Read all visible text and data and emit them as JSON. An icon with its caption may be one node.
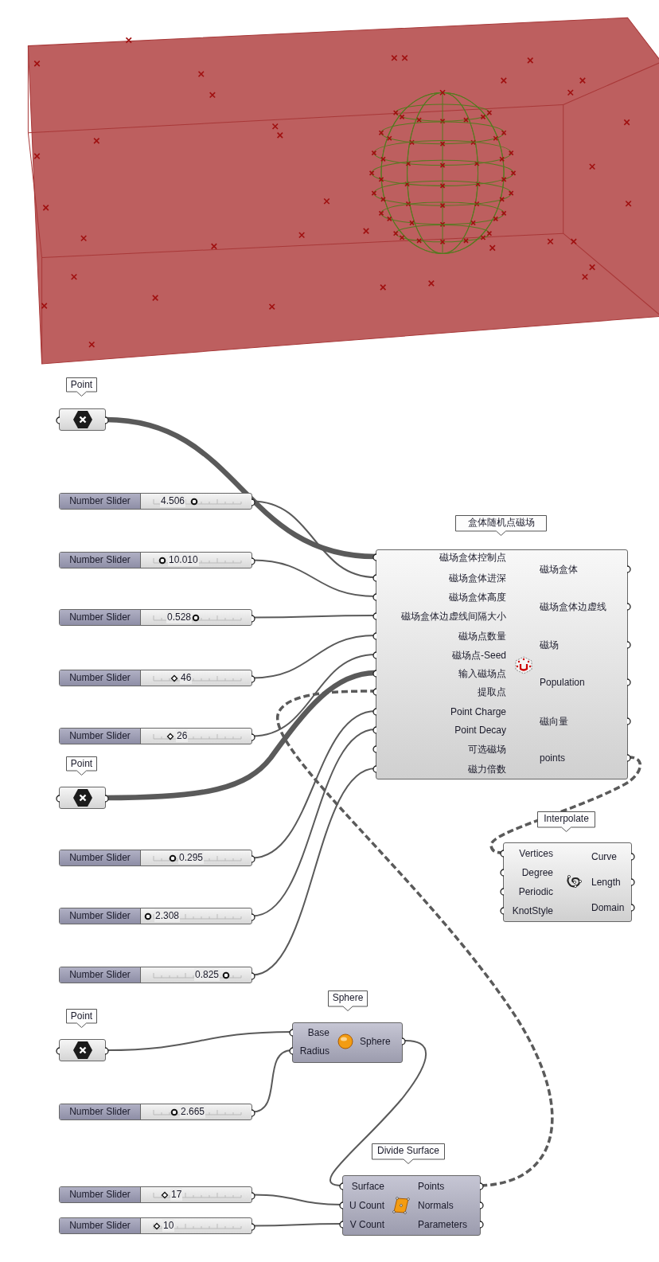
{
  "diagram": {
    "nodes": [
      {
        "text": [
          "Point"
        ]
      },
      {
        "text": [
          "Number Slider",
          "4.506"
        ]
      },
      {
        "text": [
          "Number Slider",
          "10.010"
        ]
      },
      {
        "text": [
          "盒体随机点磁场",
          "磁场盒体控制点",
          "磁场盒体进深",
          "磁场盒体高度",
          "磁场盒体边虚线间隔大小",
          "磁场点数量",
          "磁场点-Seed",
          "输入磁场点",
          "提取点",
          "Point Charge",
          "Point Decay",
          "可选磁场",
          "磁力倍数",
          "磁场盒体",
          "磁场盒体边虚线",
          "磁场",
          "Population",
          "磁向量",
          "points"
        ]
      },
      {
        "text": [
          "Number Slider",
          "0.528"
        ]
      },
      {
        "text": [
          "Number Slider",
          "46"
        ]
      },
      {
        "text": [
          "Number Slider",
          "26"
        ]
      },
      {
        "text": [
          "Point"
        ]
      },
      {
        "text": [
          "Interpolate",
          "Vertices",
          "Degree",
          "Periodic",
          "KnotStyle",
          "Curve",
          "Length",
          "Domain"
        ]
      },
      {
        "text": [
          "Number Slider",
          "0.295"
        ]
      },
      {
        "text": [
          "Number Slider",
          "2.308"
        ]
      },
      {
        "text": [
          "Number Slider",
          "0.825"
        ]
      },
      {
        "text": [
          "Sphere",
          "Base",
          "Radius",
          "Sphere"
        ]
      },
      {
        "text": [
          "Point"
        ]
      },
      {
        "text": [
          "Number Slider",
          "2.665"
        ]
      },
      {
        "text": [
          "Divide Surface",
          "Surface",
          "U Count",
          "V Count",
          "Points",
          "Normals",
          "Parameters"
        ]
      },
      {
        "text": [
          "Number Slider",
          "17"
        ]
      },
      {
        "text": [
          "Number Slider",
          "10"
        ]
      }
    ],
    "edges": [
      {
        "from": 0,
        "to": 3,
        "arrow": "none",
        "style": "thick"
      },
      {
        "from": 1,
        "to": 3,
        "arrow": "none"
      },
      {
        "from": 2,
        "to": 3,
        "arrow": "none"
      },
      {
        "from": 4,
        "to": 3,
        "arrow": "none"
      },
      {
        "from": 5,
        "to": 3,
        "arrow": "none"
      },
      {
        "from": 6,
        "to": 3,
        "arrow": "none"
      },
      {
        "from": 7,
        "to": 3,
        "arrow": "none",
        "style": "thick"
      },
      {
        "from": 15,
        "to": 3,
        "arrow": "none",
        "style": "dashed"
      },
      {
        "from": 9,
        "to": 3,
        "arrow": "none"
      },
      {
        "from": 10,
        "to": 3,
        "arrow": "none"
      },
      {
        "from": 11,
        "to": 3,
        "arrow": "none"
      },
      {
        "from": 3,
        "to": 8,
        "arrow": "none",
        "style": "dashed"
      },
      {
        "from": 13,
        "to": 12,
        "arrow": "none"
      },
      {
        "from": 14,
        "to": 12,
        "arrow": "none"
      },
      {
        "from": 12,
        "to": 15,
        "arrow": "none"
      },
      {
        "from": 16,
        "to": 15,
        "arrow": "none"
      },
      {
        "from": 17,
        "to": 15,
        "arrow": "none"
      }
    ]
  }
}
